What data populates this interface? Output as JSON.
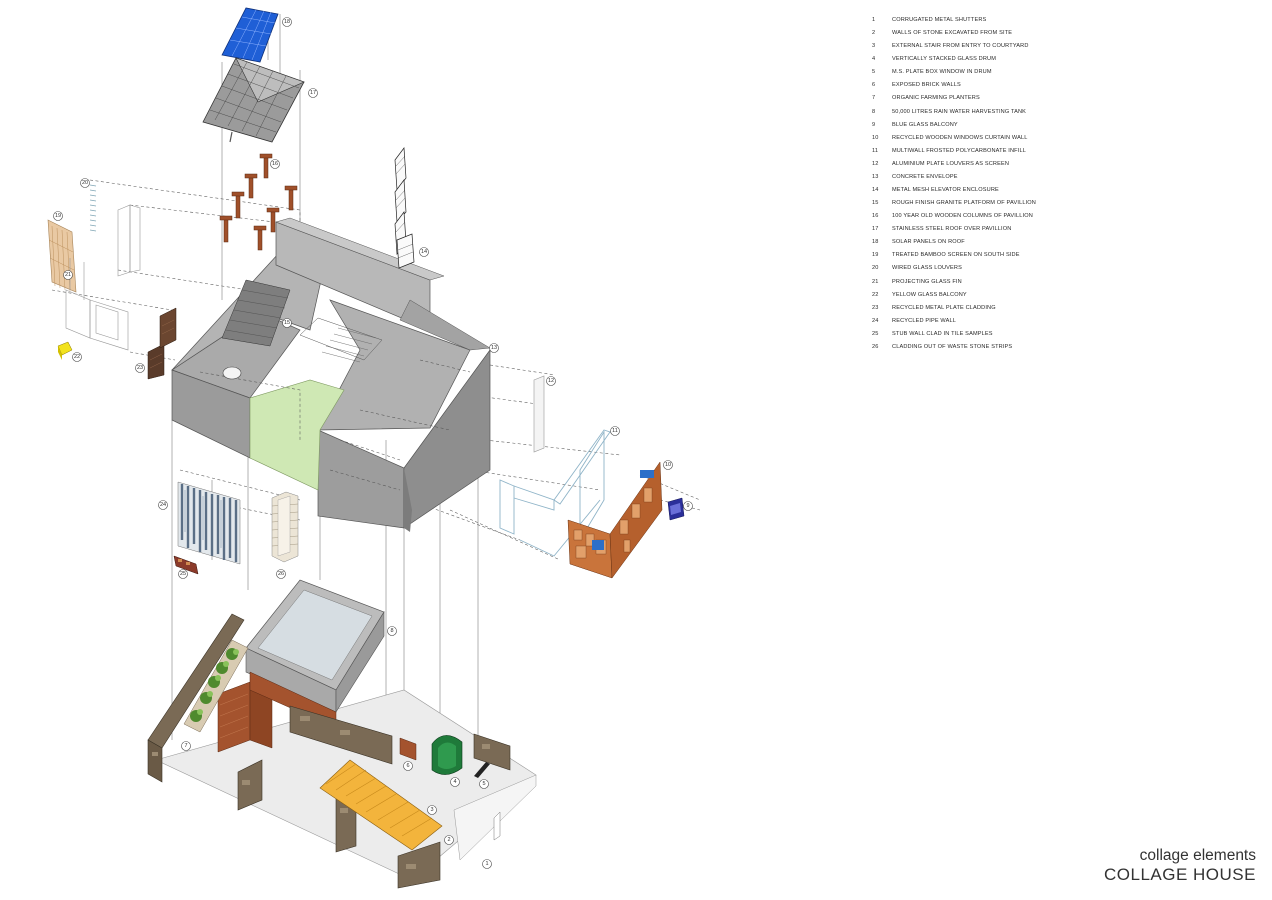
{
  "legend": [
    {
      "num": "1",
      "label": "CORRUGATED METAL SHUTTERS"
    },
    {
      "num": "2",
      "label": "WALLS OF STONE EXCAVATED FROM SITE"
    },
    {
      "num": "3",
      "label": "EXTERNAL STAIR FROM ENTRY TO COURTYARD"
    },
    {
      "num": "4",
      "label": "VERTICALLY STACKED GLASS DRUM"
    },
    {
      "num": "5",
      "label": "M.S. PLATE BOX WINDOW IN DRUM"
    },
    {
      "num": "6",
      "label": "EXPOSED BRICK WALLS"
    },
    {
      "num": "7",
      "label": "ORGANIC FARMING PLANTERS"
    },
    {
      "num": "8",
      "label": "50,000 LITRES RAIN WATER HARVESTING TANK"
    },
    {
      "num": "9",
      "label": "BLUE GLASS BALCONY"
    },
    {
      "num": "10",
      "label": "RECYCLED WOODEN WINDOWS CURTAIN WALL"
    },
    {
      "num": "11",
      "label": "MULTIWALL FROSTED POLYCARBONATE INFILL"
    },
    {
      "num": "12",
      "label": "ALUMINIUM PLATE LOUVERS AS SCREEN"
    },
    {
      "num": "13",
      "label": "CONCRETE ENVELOPE"
    },
    {
      "num": "14",
      "label": "METAL MESH ELEVATOR ENCLOSURE"
    },
    {
      "num": "15",
      "label": "ROUGH FINISH GRANITE PLATFORM OF PAVILLION"
    },
    {
      "num": "16",
      "label": "100 YEAR OLD WOODEN COLUMNS OF PAVILLION"
    },
    {
      "num": "17",
      "label": "STAINLESS STEEL ROOF OVER PAVILLION"
    },
    {
      "num": "18",
      "label": "SOLAR PANELS ON ROOF"
    },
    {
      "num": "19",
      "label": "TREATED BAMBOO SCREEN ON SOUTH SIDE"
    },
    {
      "num": "20",
      "label": "WIRED GLASS LOUVERS"
    },
    {
      "num": "21",
      "label": "PROJECTING GLASS FIN"
    },
    {
      "num": "22",
      "label": "YELLOW GLASS BALCONY"
    },
    {
      "num": "23",
      "label": "RECYCLED METAL PLATE CLADDING"
    },
    {
      "num": "24",
      "label": "RECYCLED PIPE WALL"
    },
    {
      "num": "25",
      "label": "STUB WALL CLAD IN TILE SAMPLES"
    },
    {
      "num": "26",
      "label": "CLADDING OUT OF WASTE STONE STRIPS"
    }
  ],
  "title_block": {
    "subtitle": "collage elements",
    "title": "COLLAGE HOUSE"
  },
  "callouts": {
    "c1": "1",
    "c2": "2",
    "c3": "3",
    "c4": "4",
    "c5": "5",
    "c6": "6",
    "c7": "7",
    "c8": "8",
    "c9": "9",
    "c10": "10",
    "c11": "11",
    "c12": "12",
    "c13": "13",
    "c14": "14",
    "c15": "15",
    "c16": "16",
    "c17": "17",
    "c18": "18",
    "c19": "19",
    "c20": "20",
    "c21": "21",
    "c22": "22",
    "c23": "23",
    "c24": "24",
    "c25": "25",
    "c26": "26"
  },
  "colors": {
    "concrete": "#9c9c9c",
    "concrete_dark": "#878787",
    "courtyard_green": "#cfe8b4",
    "solar_blue": "#1f5fd6",
    "stone": "#7a6a55",
    "brick": "#a4532e",
    "stair_yellow": "#f3b43c",
    "drum_green": "#1f7a3a",
    "balcony_blue": "#2b2f9a",
    "balcony_yellow": "#f2e21e",
    "timber": "#a0502a"
  }
}
